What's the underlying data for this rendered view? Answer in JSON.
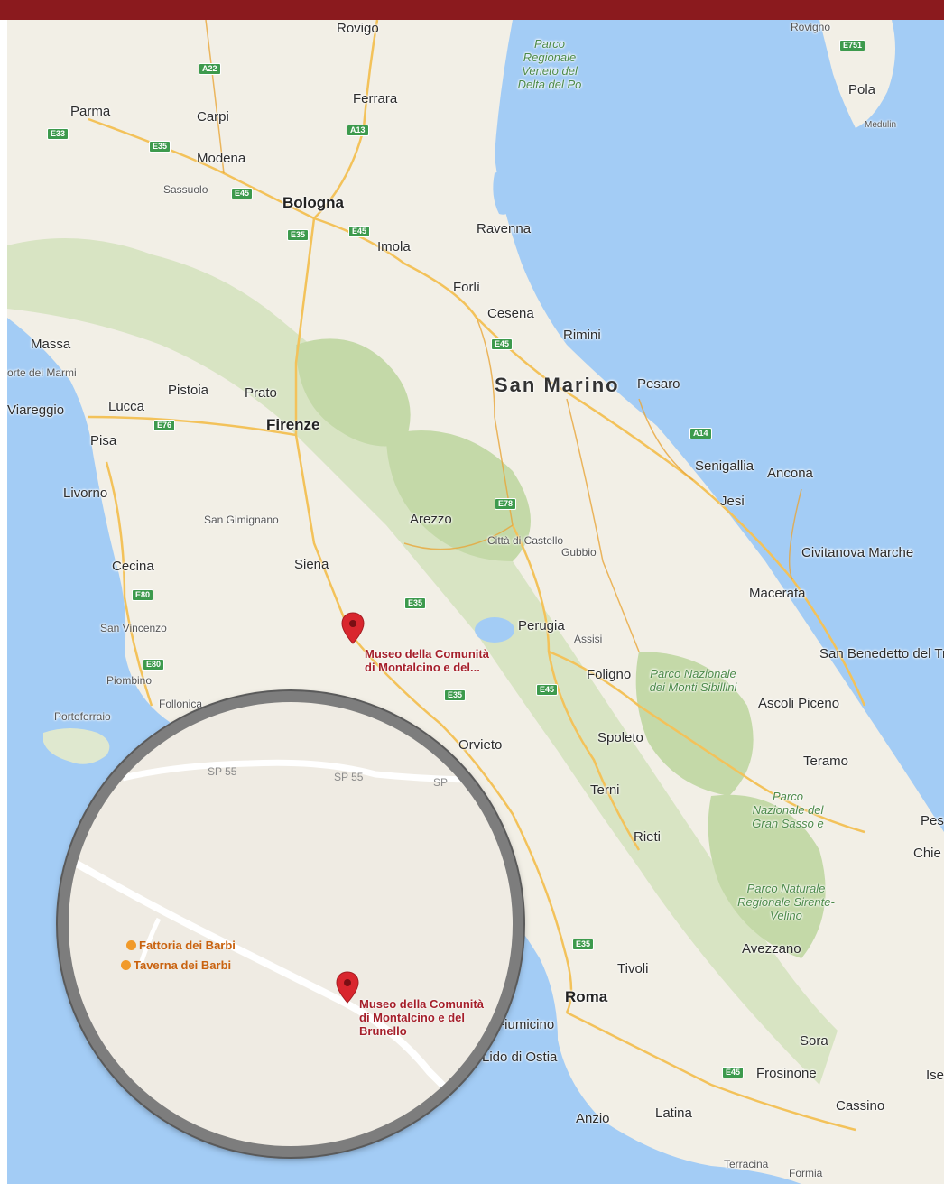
{
  "map": {
    "states": [
      "San Marino"
    ],
    "parks": [
      "Parco Regionale Veneto del Delta del Po",
      "Parco Nazionale dei Monti Sibillini",
      "Parco Nazionale del Gran Sasso e",
      "Parco Naturale Regionale Sirente-Velino"
    ],
    "cities": [
      "Rovigo",
      "Rovigno",
      "Pola",
      "Medulin",
      "Parma",
      "Carpi",
      "Ferrara",
      "Modena",
      "Sassuolo",
      "Bologna",
      "Ravenna",
      "Imola",
      "Forlì",
      "Cesena",
      "Rimini",
      "Massa",
      "orte dei Marmi",
      "Pesaro",
      "Pistoia",
      "Prato",
      "Lucca",
      "Viareggio",
      "Firenze",
      "Pisa",
      "Senigallia",
      "Ancona",
      "Livorno",
      "Jesi",
      "San Gimignano",
      "Arezzo",
      "Città di Castello",
      "Gubbio",
      "Civitanova Marche",
      "Cecina",
      "Siena",
      "Macerata",
      "Perugia",
      "San Vincenzo",
      "Assisi",
      "San Benedetto del Tronto",
      "Piombino",
      "Foligno",
      "Follonica",
      "Ascoli Piceno",
      "Portoferraio",
      "Spoleto",
      "Orvieto",
      "Teramo",
      "Terni",
      "Pes",
      "Rieti",
      "Chie",
      "Avezzano",
      "Tivoli",
      "Roma",
      "Fiumicino",
      "Lido di Ostia",
      "Sora",
      "Frosinone",
      "Ise",
      "Cassino",
      "Latina",
      "Anzio",
      "Terracina",
      "Formia"
    ],
    "shields": [
      "A22",
      "A13",
      "E33",
      "E35",
      "E45",
      "E35",
      "E45",
      "E45",
      "E76",
      "A14",
      "E78",
      "E80",
      "E35",
      "E80",
      "E45",
      "E35",
      "E35",
      "E45",
      "E751"
    ],
    "marker": {
      "label_line1": "Museo della Comunità",
      "label_line2": "di Montalcino e del..."
    }
  },
  "inset": {
    "road_labels": [
      "SP 55",
      "SP 55",
      "SP"
    ],
    "pois": [
      "Fattoria dei Barbi",
      "Taverna dei Barbi"
    ],
    "marker": {
      "line1": "Museo della Comunità",
      "line2": "di Montalcino e del",
      "line3": "Brunello"
    }
  },
  "colors": {
    "header_bar": "#8b1a1e",
    "sea": "#a3ccf5",
    "land": "#f2efe6",
    "marker_red": "#d9262e",
    "poi_orange": "#f19a2a"
  }
}
